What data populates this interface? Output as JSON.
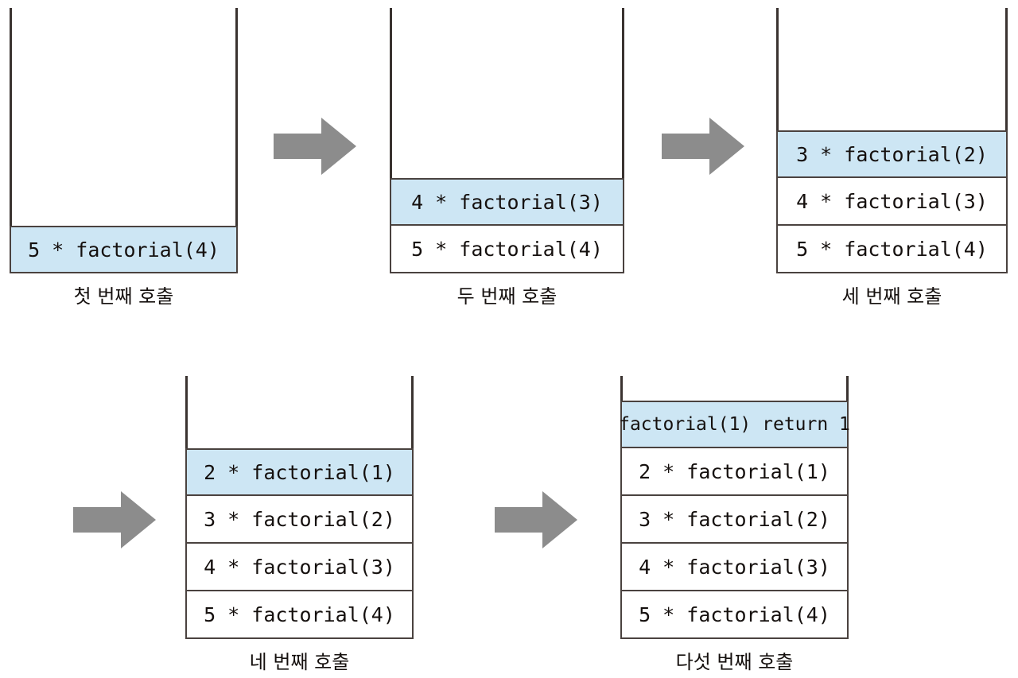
{
  "diagram": {
    "title": "factorial recursion call stack",
    "highlight_color": "#cde6f4",
    "border_color": "#4a423f",
    "arrow_color": "#8c8c8c",
    "arrow_icon_name": "right-block-arrow-icon",
    "stacks": [
      {
        "id": "call-1",
        "caption": "첫 번째 호출",
        "frames": [
          {
            "text": "5 * factorial(4)",
            "active": true
          }
        ]
      },
      {
        "id": "call-2",
        "caption": "두 번째 호출",
        "frames": [
          {
            "text": "4 * factorial(3)",
            "active": true
          },
          {
            "text": "5 * factorial(4)",
            "active": false
          }
        ]
      },
      {
        "id": "call-3",
        "caption": "세 번째 호출",
        "frames": [
          {
            "text": "3 * factorial(2)",
            "active": true
          },
          {
            "text": "4 * factorial(3)",
            "active": false
          },
          {
            "text": "5 * factorial(4)",
            "active": false
          }
        ]
      },
      {
        "id": "call-4",
        "caption": "네 번째 호출",
        "frames": [
          {
            "text": "2 * factorial(1)",
            "active": true
          },
          {
            "text": "3 * factorial(2)",
            "active": false
          },
          {
            "text": "4 * factorial(3)",
            "active": false
          },
          {
            "text": "5 * factorial(4)",
            "active": false
          }
        ]
      },
      {
        "id": "call-5",
        "caption": "다섯 번째 호출",
        "frames": [
          {
            "text": "factorial(1) return 1",
            "active": true,
            "wide": true
          },
          {
            "text": "2 * factorial(1)",
            "active": false
          },
          {
            "text": "3 * factorial(2)",
            "active": false
          },
          {
            "text": "4 * factorial(3)",
            "active": false
          },
          {
            "text": "5 * factorial(4)",
            "active": false
          }
        ]
      }
    ],
    "arrows": [
      {
        "id": "arrow-1-to-2"
      },
      {
        "id": "arrow-2-to-3"
      },
      {
        "id": "arrow-3-to-4"
      },
      {
        "id": "arrow-4-to-5"
      }
    ]
  }
}
